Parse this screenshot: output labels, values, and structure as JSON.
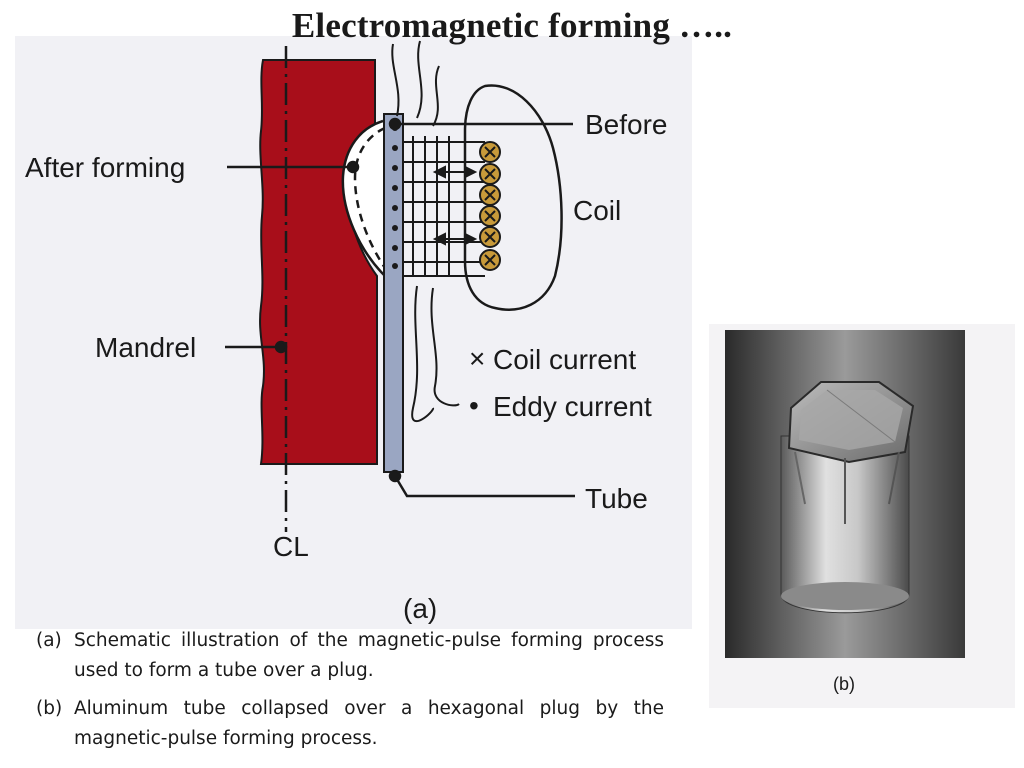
{
  "slide": {
    "title": "Electromagnetic forming ….."
  },
  "diagram": {
    "labels": {
      "after_forming": "After forming",
      "before": "Before",
      "coil": "Coil",
      "mandrel": "Mandrel",
      "coil_current": "Coil current",
      "eddy_current": "Eddy current",
      "tube": "Tube",
      "centerline": "CL",
      "panel": "(a)"
    },
    "legend_markers": {
      "coil_current": "×",
      "eddy_current": "•"
    },
    "colors": {
      "mandrel": "#a80e1a",
      "tube": "#9aa6c2",
      "coil_winding": "#c89a3a"
    }
  },
  "captions": [
    {
      "marker": "(a)",
      "text": "Schematic illustration of the magnetic-pulse forming process used to form a tube over a plug."
    },
    {
      "marker": "(b)",
      "text": "Aluminum tube collapsed over a hexagonal plug by the magnetic-pulse forming process."
    }
  ],
  "photo": {
    "label": "(b)"
  }
}
